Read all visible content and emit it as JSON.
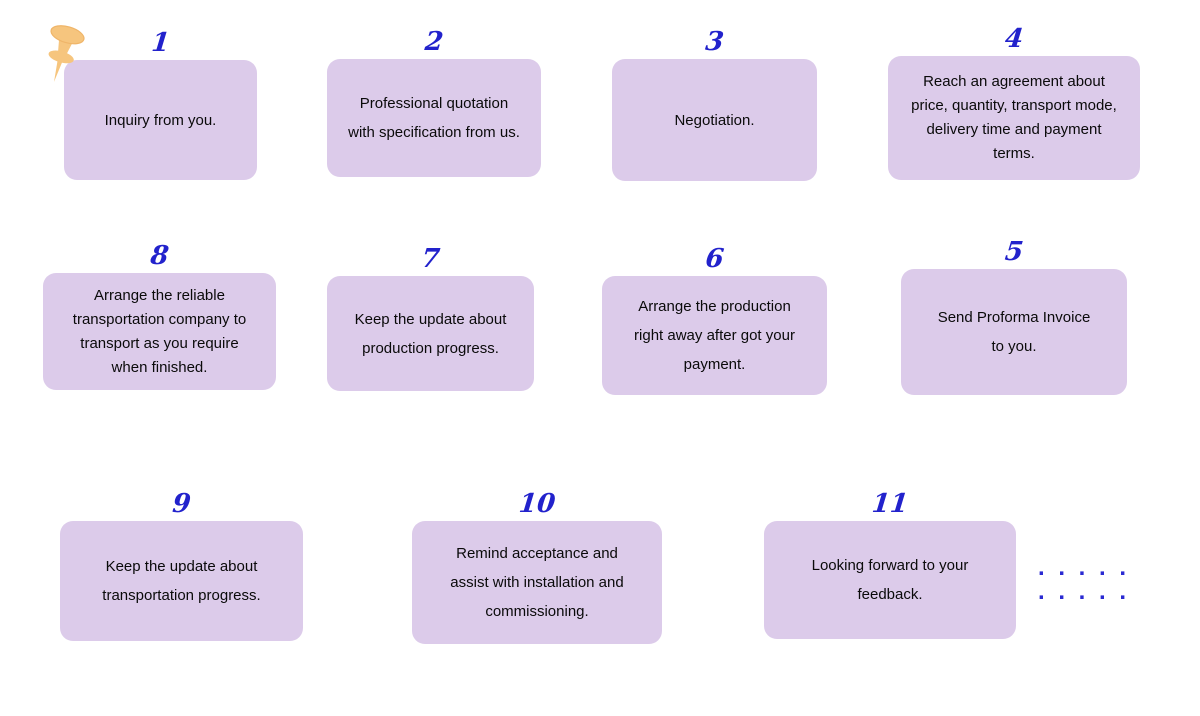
{
  "colors": {
    "background": "#ffffff",
    "box_fill": "#dccbea",
    "number_blue": "#2222cc",
    "dots_blue": "#2a2ad2",
    "pin_orange": "#f6c57e",
    "pin_orange_dark": "#efb569",
    "text": "#0a0a0a"
  },
  "icons": {
    "pushpin": "pushpin-icon"
  },
  "steps": [
    {
      "number": "1",
      "text": "Inquiry from you."
    },
    {
      "number": "2",
      "text": "Professional quotation\nwith specification from us."
    },
    {
      "number": "3",
      "text": "Negotiation."
    },
    {
      "number": "4",
      "text": "Reach an agreement about\nprice, quantity, transport mode,\ndelivery time and payment\nterms."
    },
    {
      "number": "5",
      "text": "Send Proforma Invoice\nto you."
    },
    {
      "number": "6",
      "text": "Arrange the production\nright away after got your\npayment."
    },
    {
      "number": "7",
      "text": "Keep the update about\nproduction progress."
    },
    {
      "number": "8",
      "text": "Arrange the reliable\ntransportation company to\ntransport  as you require\nwhen finished."
    },
    {
      "number": "9",
      "text": "Keep the update about\ntransportation progress."
    },
    {
      "number": "10",
      "text": "Remind acceptance and\nassist with installation and\ncommissioning."
    },
    {
      "number": "11",
      "text": "Looking forward to your\nfeedback."
    }
  ],
  "trailing_dots": ". . . . . . . . . ."
}
